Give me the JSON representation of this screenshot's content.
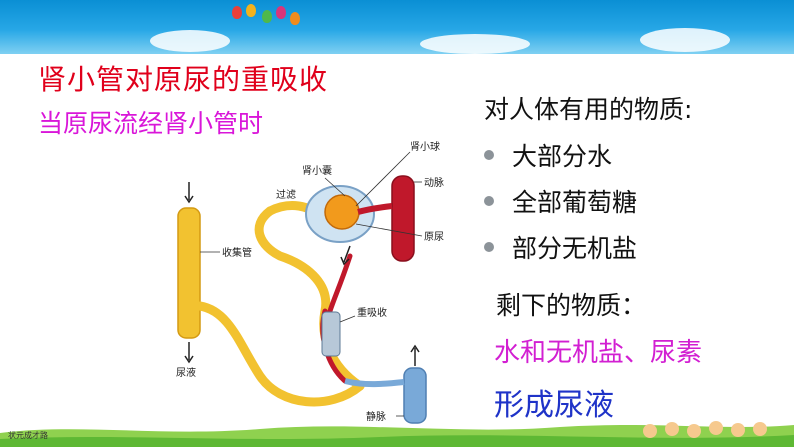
{
  "slide": {
    "title": "肾小管对原尿的重吸收",
    "subtitle": "当原尿流经肾小管时",
    "useful_title": "对人体有用的物质:",
    "useful_items": [
      {
        "label": "大部分水"
      },
      {
        "label": "全部葡萄糖"
      },
      {
        "label": "部分无机盐"
      }
    ],
    "remaining_title": "剩下的物质：",
    "remaining_items": "水和无机盐、尿素",
    "result": "形成尿液",
    "brand": "状元成才路"
  },
  "diagram": {
    "labels": {
      "renal_capsule": "肾小囊",
      "glomerulus": "肾小球",
      "filtration": "过滤",
      "artery": "动脉",
      "collecting_duct": "收集管",
      "primary_urine": "原尿",
      "reabsorption": "重吸收",
      "urine": "尿液",
      "vein": "静脉"
    }
  },
  "colors": {
    "title": "#e0001b",
    "subtitle": "#d916d9",
    "remaining_items": "#d21fd2",
    "result": "#1f33c8",
    "bullet": "#8c9399",
    "sky": "#1a9be0",
    "tubule": "#f2c230",
    "artery": "#c0182b",
    "vein": "#79a9d8"
  }
}
